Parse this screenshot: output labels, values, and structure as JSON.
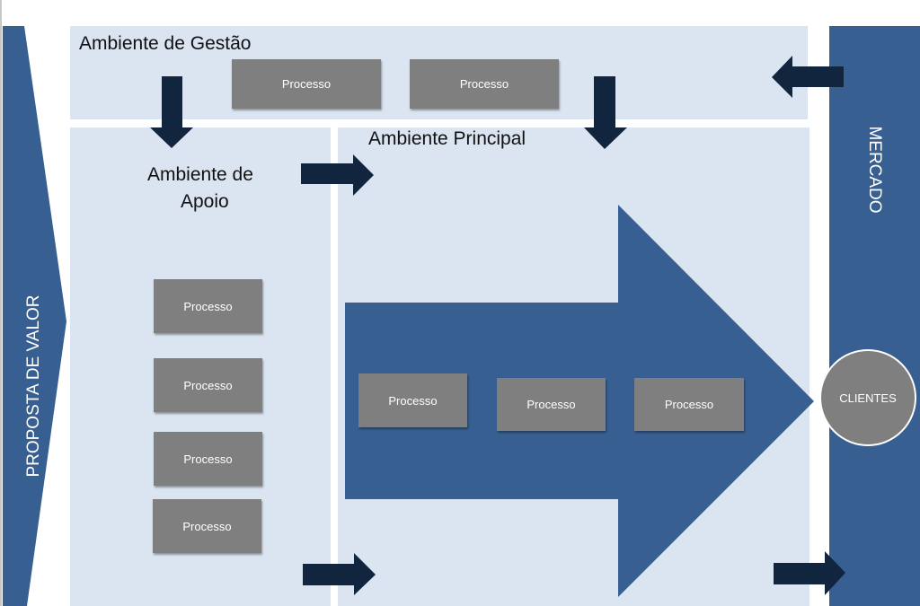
{
  "colors": {
    "panel": "#dbe4f1",
    "blue": "#375f91",
    "dark_arrow": "#12253f",
    "process": "#7f7f7f"
  },
  "left_bar": {
    "label": "PROPOSTA DE VALOR"
  },
  "right_bar": {
    "label": "MERCADO"
  },
  "gestao": {
    "title": "Ambiente de Gestão",
    "processes": [
      "Processo",
      "Processo"
    ]
  },
  "apoio": {
    "title_line1": "Ambiente de",
    "title_line2": "Apoio",
    "processes": [
      "Processo",
      "Processo",
      "Processo",
      "Processo"
    ]
  },
  "principal": {
    "title": "Ambiente Principal",
    "processes": [
      "Processo",
      "Processo",
      "Processo"
    ]
  },
  "clientes": {
    "label": "CLIENTES"
  }
}
